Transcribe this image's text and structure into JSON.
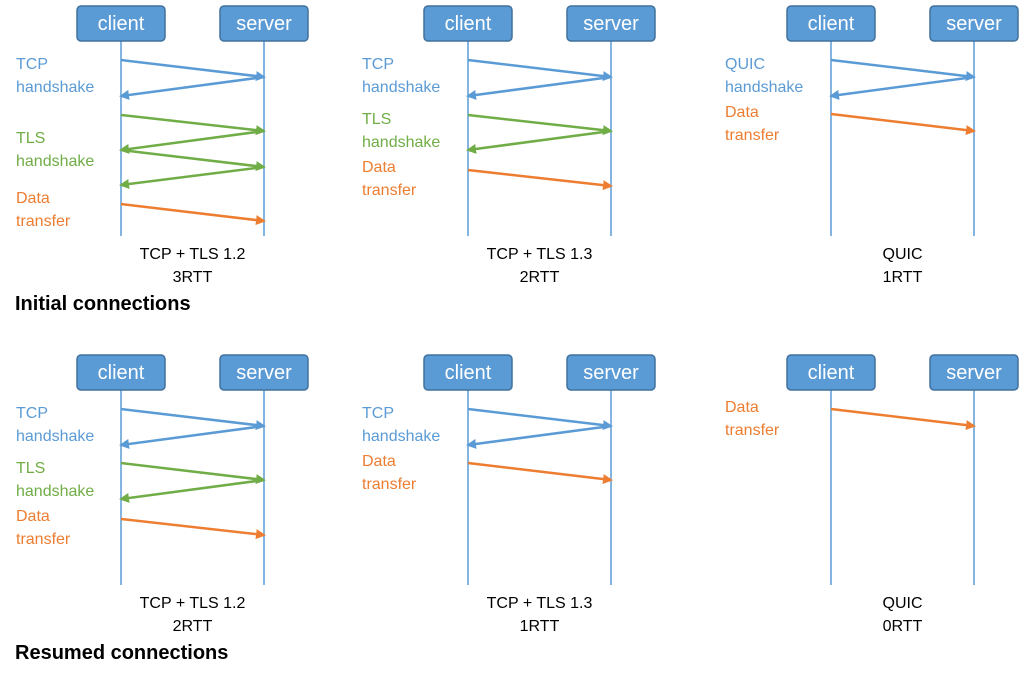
{
  "colors": {
    "tcp": "#5b9bd5",
    "tls": "#70ad47",
    "data": "#ed7d31",
    "box_fill": "#5b9bd5",
    "box_stroke": "#41719c",
    "lifeline": "#5b9bd5"
  },
  "sections": [
    {
      "title": "Initial connections",
      "diagrams": [
        {
          "caption": [
            "TCP + TLS 1.2",
            "3RTT"
          ],
          "client_label": "client",
          "server_label": "server",
          "labels": [
            {
              "lines": [
                "TCP",
                "handshake"
              ],
              "color": "tcp"
            },
            {
              "lines": [
                "TLS",
                "handshake"
              ],
              "color": "tls"
            },
            {
              "lines": [
                "Data",
                "transfer"
              ],
              "color": "data"
            }
          ],
          "messages": [
            {
              "from": "client",
              "color": "tcp"
            },
            {
              "from": "server",
              "color": "tcp"
            },
            {
              "from": "client",
              "color": "tls"
            },
            {
              "from": "server",
              "color": "tls"
            },
            {
              "from": "client",
              "color": "tls"
            },
            {
              "from": "server",
              "color": "tls"
            },
            {
              "from": "client",
              "color": "data"
            }
          ]
        },
        {
          "caption": [
            "TCP + TLS 1.3",
            "2RTT"
          ],
          "client_label": "client",
          "server_label": "server",
          "labels": [
            {
              "lines": [
                "TCP",
                "handshake"
              ],
              "color": "tcp"
            },
            {
              "lines": [
                "TLS",
                "handshake"
              ],
              "color": "tls"
            },
            {
              "lines": [
                "Data",
                "transfer"
              ],
              "color": "data"
            }
          ],
          "messages": [
            {
              "from": "client",
              "color": "tcp"
            },
            {
              "from": "server",
              "color": "tcp"
            },
            {
              "from": "client",
              "color": "tls"
            },
            {
              "from": "server",
              "color": "tls"
            },
            {
              "from": "client",
              "color": "data"
            }
          ]
        },
        {
          "caption": [
            "QUIC",
            "1RTT"
          ],
          "client_label": "client",
          "server_label": "server",
          "labels": [
            {
              "lines": [
                "QUIC",
                "handshake"
              ],
              "color": "tcp"
            },
            {
              "lines": [
                "Data",
                "transfer"
              ],
              "color": "data"
            }
          ],
          "messages": [
            {
              "from": "client",
              "color": "tcp"
            },
            {
              "from": "server",
              "color": "tcp"
            },
            {
              "from": "client",
              "color": "data"
            }
          ]
        }
      ]
    },
    {
      "title": "Resumed connections",
      "diagrams": [
        {
          "caption": [
            "TCP + TLS 1.2",
            "2RTT"
          ],
          "client_label": "client",
          "server_label": "server",
          "labels": [
            {
              "lines": [
                "TCP",
                "handshake"
              ],
              "color": "tcp"
            },
            {
              "lines": [
                "TLS",
                "handshake"
              ],
              "color": "tls"
            },
            {
              "lines": [
                "Data",
                "transfer"
              ],
              "color": "data"
            }
          ],
          "messages": [
            {
              "from": "client",
              "color": "tcp"
            },
            {
              "from": "server",
              "color": "tcp"
            },
            {
              "from": "client",
              "color": "tls"
            },
            {
              "from": "server",
              "color": "tls"
            },
            {
              "from": "client",
              "color": "data"
            }
          ]
        },
        {
          "caption": [
            "TCP + TLS 1.3",
            "1RTT"
          ],
          "client_label": "client",
          "server_label": "server",
          "labels": [
            {
              "lines": [
                "TCP",
                "handshake"
              ],
              "color": "tcp"
            },
            {
              "lines": [
                "Data",
                "transfer"
              ],
              "color": "data"
            }
          ],
          "messages": [
            {
              "from": "client",
              "color": "tcp"
            },
            {
              "from": "server",
              "color": "tcp"
            },
            {
              "from": "client",
              "color": "data"
            }
          ]
        },
        {
          "caption": [
            "QUIC",
            "0RTT"
          ],
          "client_label": "client",
          "server_label": "server",
          "labels": [
            {
              "lines": [
                "Data",
                "transfer"
              ],
              "color": "data"
            }
          ],
          "messages": [
            {
              "from": "client",
              "color": "data"
            }
          ]
        }
      ]
    }
  ]
}
